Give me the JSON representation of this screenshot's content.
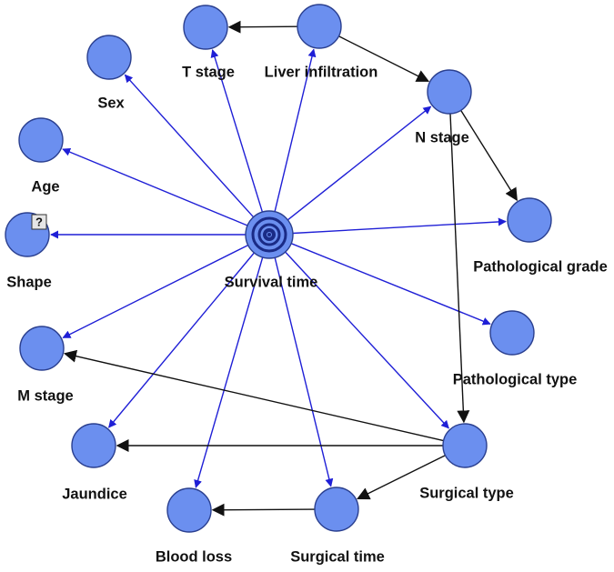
{
  "nodes": [
    {
      "id": "survival",
      "label": "Survival time",
      "target": true
    },
    {
      "id": "tstage",
      "label": "T stage"
    },
    {
      "id": "liver",
      "label": "Liver infiltration"
    },
    {
      "id": "sex",
      "label": "Sex"
    },
    {
      "id": "nstage",
      "label": "N stage"
    },
    {
      "id": "age",
      "label": "Age"
    },
    {
      "id": "shape",
      "label": "Shape",
      "badge": "?"
    },
    {
      "id": "pgrade",
      "label": "Pathological grade"
    },
    {
      "id": "ptype",
      "label": "Pathological type"
    },
    {
      "id": "mstage",
      "label": "M stage"
    },
    {
      "id": "jaundice",
      "label": "Jaundice"
    },
    {
      "id": "stype",
      "label": "Surgical type"
    },
    {
      "id": "bloodloss",
      "label": "Blood loss"
    },
    {
      "id": "stime",
      "label": "Surgical time"
    }
  ],
  "edges": [
    {
      "from": "survival",
      "to": "tstage",
      "color": "blue"
    },
    {
      "from": "survival",
      "to": "liver",
      "color": "blue"
    },
    {
      "from": "survival",
      "to": "sex",
      "color": "blue"
    },
    {
      "from": "survival",
      "to": "nstage",
      "color": "blue"
    },
    {
      "from": "survival",
      "to": "age",
      "color": "blue"
    },
    {
      "from": "survival",
      "to": "shape",
      "color": "blue"
    },
    {
      "from": "survival",
      "to": "pgrade",
      "color": "blue"
    },
    {
      "from": "survival",
      "to": "ptype",
      "color": "blue"
    },
    {
      "from": "survival",
      "to": "mstage",
      "color": "blue"
    },
    {
      "from": "survival",
      "to": "jaundice",
      "color": "blue"
    },
    {
      "from": "survival",
      "to": "stype",
      "color": "blue"
    },
    {
      "from": "survival",
      "to": "bloodloss",
      "color": "blue"
    },
    {
      "from": "survival",
      "to": "stime",
      "color": "blue"
    },
    {
      "from": "liver",
      "to": "tstage",
      "color": "black"
    },
    {
      "from": "liver",
      "to": "nstage",
      "color": "black"
    },
    {
      "from": "nstage",
      "to": "pgrade",
      "color": "black"
    },
    {
      "from": "nstage",
      "to": "stype",
      "color": "black"
    },
    {
      "from": "stype",
      "to": "mstage",
      "color": "black"
    },
    {
      "from": "stype",
      "to": "jaundice",
      "color": "black"
    },
    {
      "from": "stype",
      "to": "stime",
      "color": "black"
    },
    {
      "from": "stime",
      "to": "bloodloss",
      "color": "black"
    }
  ],
  "colors": {
    "node_fill": "#6b8fef",
    "node_stroke": "#2a3f8f",
    "edge_from_target": "#1f1fd6",
    "edge_other": "#111111"
  }
}
